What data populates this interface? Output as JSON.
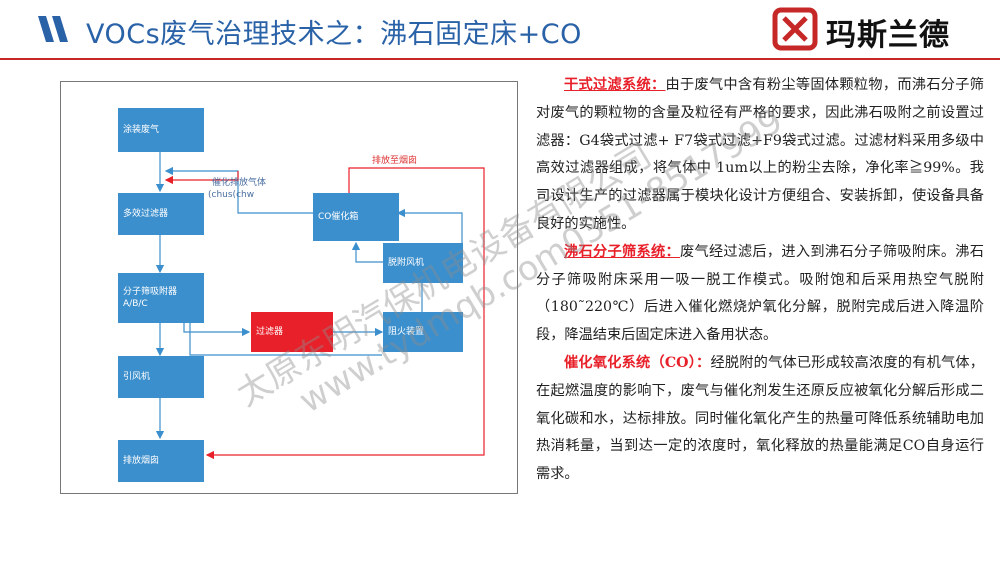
{
  "header": {
    "title": "VOCs废气治理技术之：沸石固定床+CO",
    "logo_text": "玛斯兰德",
    "accent_color": "#c62828",
    "title_color": "#2a62a8"
  },
  "diagram": {
    "nodes": {
      "coating_gas": "涂装废气",
      "multi_filter": "多效过滤器",
      "zeolite_adsorber": "分子筛吸附器",
      "zeolite_adsorber_sub": "A/B/C",
      "induced_fan": "引风机",
      "exhaust_stack": "排放烟囱",
      "co_box": "CO催化箱",
      "desorb_fan": "脱附风机",
      "filter": "过滤器",
      "flame_arrester": "阻火装置"
    },
    "labels": {
      "catalytic_exhaust": "催化排放气体",
      "catalytic_exhaust_sub": "(chus(chw",
      "to_stack": "排放至烟囱"
    },
    "node_color": "#3c8fcd",
    "highlight_color": "#e8202a"
  },
  "text": {
    "p1_head": "干式过滤系统：",
    "p1_body": "由于废气中含有粉尘等固体颗粒物，而沸石分子筛对废气的颗粒物的含量及粒径有严格的要求，因此沸石吸附之前设置过滤器：G4袋式过滤+ F7袋式过滤+F9袋式过滤。过滤材料采用多级中高效过滤器组成，将气体中 1um以上的粉尘去除，净化率≧99%。我司设计生产的过滤器属于模块化设计方便组合、安装拆卸，使设备具备良好的实施性。",
    "p2_head": "沸石分子筛系统：",
    "p2_body": "废气经过滤后，进入到沸石分子筛吸附床。沸石分子筛吸附床采用一吸一脱工作模式。吸附饱和后采用热空气脱附（180˜220℃）后进入催化燃烧炉氧化分解，脱附完成后进入降温阶段，降温结束后固定床进入备用状态。",
    "p3_head": "催化氧化系统（CO）：",
    "p3_body": "经脱附的气体已形成较高浓度的有机气体，在起燃温度的影响下，废气与催化剂发生还原反应被氧化分解后形成二氧化碳和水，达标排放。同时催化氧化产生的热量可降低系统辅助电加热消耗量，当到达一定的浓度时，氧化释放的热量能满足CO自身运行需求。"
  },
  "watermark": {
    "line1": "太原东明汽保机电设备有限公司",
    "line2": "www.tydmqb.com0351-8517999"
  }
}
